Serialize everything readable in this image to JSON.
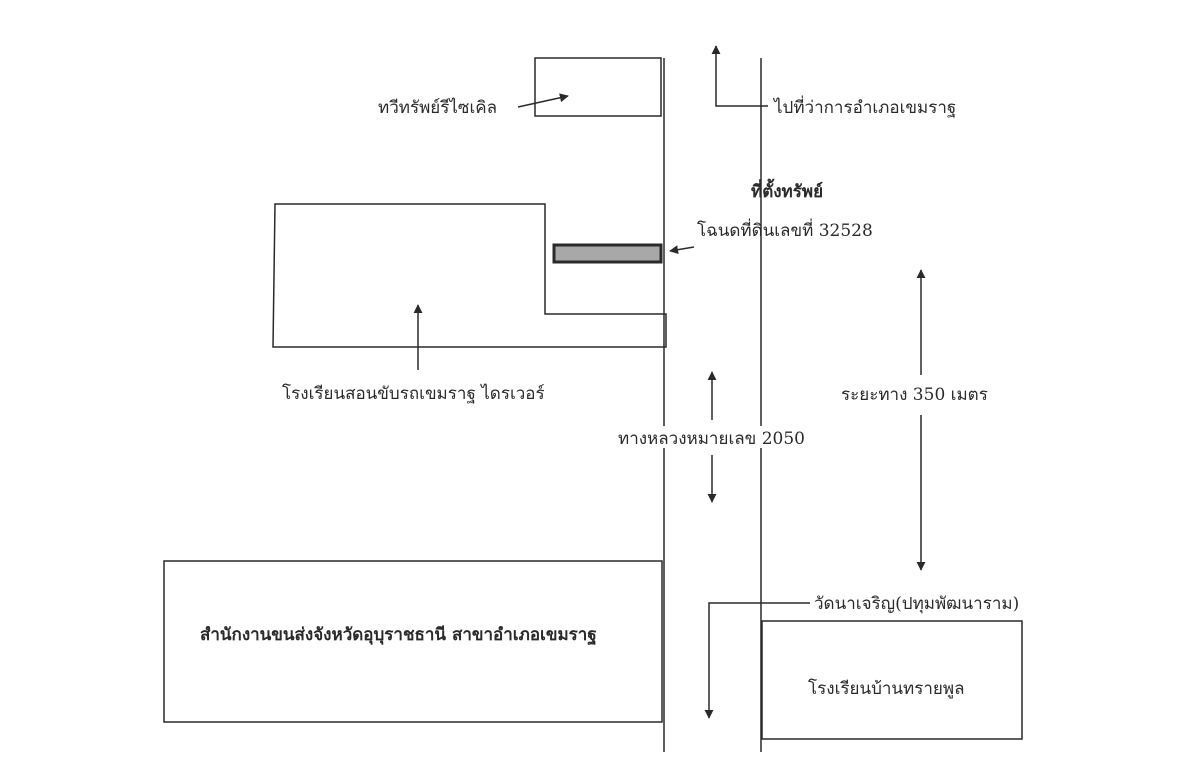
{
  "labels": {
    "recycle_shop": "ทวีทรัพย์รีไซเคิล",
    "to_district_office": "ไปที่ว่าการอำเภอเขมราฐ",
    "property_location": "ที่ตั้งทรัพย์",
    "title_deed": "โฉนดที่ดินเลขที่ 32528",
    "driving_school": "โรงเรียนสอนขับรถเขมราฐ ไดรเวอร์",
    "highway": "ทางหลวงหมายเลข 2050",
    "distance": "ระยะทาง 350 เมตร",
    "transport_office": "สำนักงานขนส่งจังหวัดอุบุราชธานี สาขาอำเภอเขมราฐ",
    "temple": "วัดนาเจริญ(ปทุมพัฒนาราม)",
    "village_school": "โรงเรียนบ้านทรายพูล"
  },
  "colors": {
    "line": "#2a2a2a",
    "property_fill": "#a8a8a8",
    "background": "#ffffff"
  }
}
